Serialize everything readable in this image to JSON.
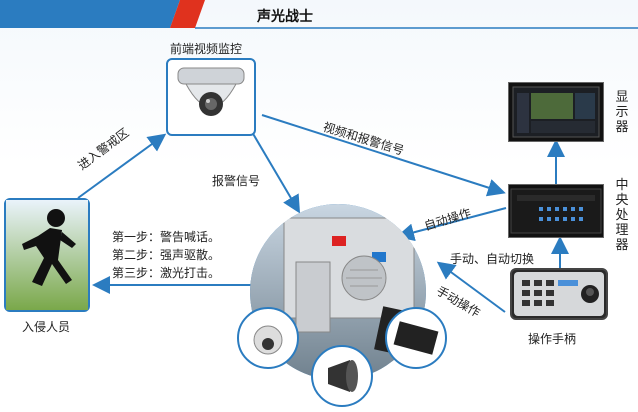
{
  "title": "声光战士",
  "nodes": {
    "camera": "前端视频监控",
    "intruder": "入侵人员",
    "controller": "操作手柄",
    "display": "显示器",
    "processor": "中央处理器"
  },
  "edges": {
    "enter_zone": "进入警戒区",
    "alarm_signal": "报警信号",
    "video_and_alarm": "视频和报警信号",
    "auto_operation": "自动操作",
    "manual_auto_switch": "手动、自动切换",
    "manual_operation": "手动操作"
  },
  "steps": [
    "第一步：警告喊话。",
    "第二步：强声驱散。",
    "第三步：激光打击。"
  ],
  "colors": {
    "accent": "#2b7cc0",
    "banner_red": "#e0321e",
    "arrow": "#2b7cc0"
  }
}
